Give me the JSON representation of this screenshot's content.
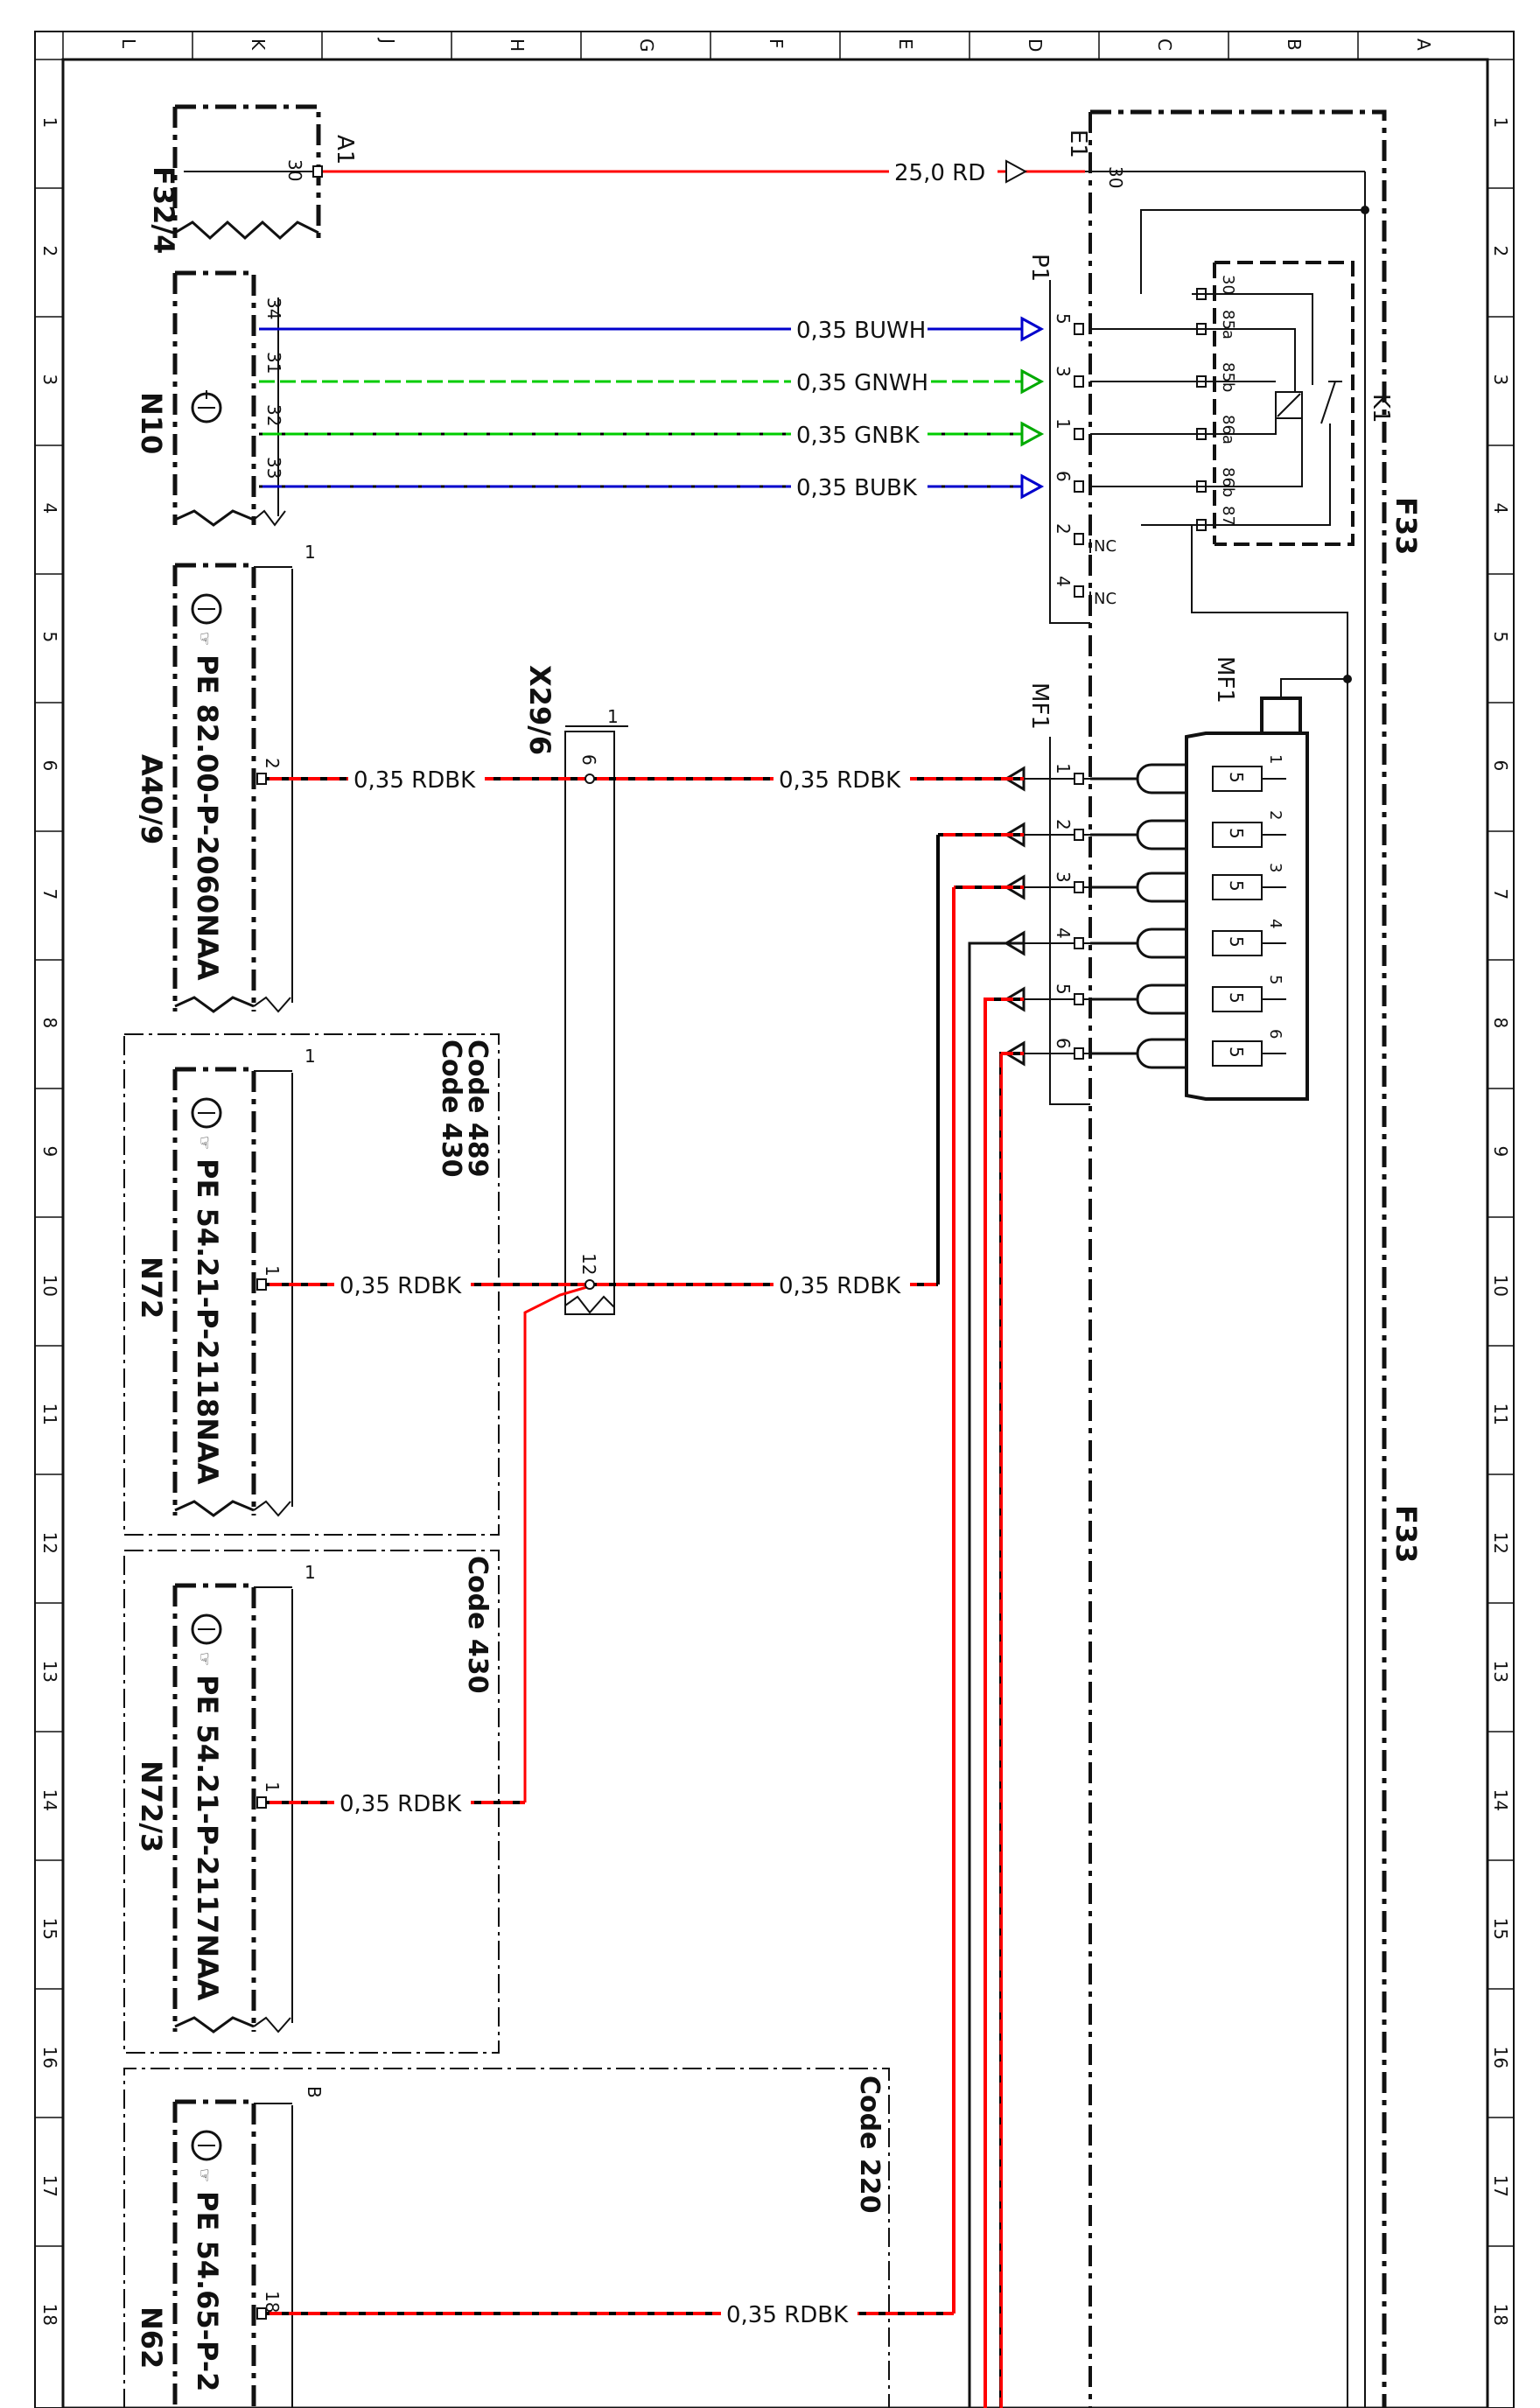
{
  "grid": {
    "columns": [
      "L",
      "K",
      "J",
      "H",
      "G",
      "F",
      "E",
      "D",
      "C",
      "B",
      "A"
    ],
    "rows": [
      "1",
      "2",
      "3",
      "4",
      "5",
      "6",
      "7",
      "8",
      "9",
      "10",
      "11",
      "12",
      "13",
      "14",
      "15",
      "16",
      "17",
      "18"
    ]
  },
  "components": {
    "f32_4": {
      "id": "F32/4",
      "pin": "30",
      "conn": "A1"
    },
    "n10": {
      "id": "N10",
      "pins": [
        "34",
        "31",
        "32",
        "33"
      ]
    },
    "a40_9": {
      "id": "A40/9",
      "doc": "PE 82.00-P-2060NAA",
      "pin": "2",
      "pin_top": "1"
    },
    "x29_6": {
      "id": "X29/6",
      "pin_top": "1",
      "pin_a": "6",
      "pin_b": "12"
    },
    "n72": {
      "id": "N72",
      "doc": "PE 54.21-P-2118NAA",
      "pin": "1",
      "pin_top": "1"
    },
    "n72_3": {
      "id": "N72/3",
      "doc": "PE 54.21-P-2117NAA",
      "pin": "1",
      "pin_top": "1"
    },
    "n62": {
      "id": "N62",
      "doc": "PE 54.65-P-2",
      "pin": "18",
      "pin_top": "B"
    },
    "f33": {
      "id": "F33",
      "e1": "E1",
      "e1_pin": "30",
      "p1": "P1",
      "mf1": "MF1",
      "k1": "K1"
    },
    "p1_pins": [
      "5",
      "3",
      "1",
      "6",
      "2",
      "4"
    ],
    "k1_pins": [
      "30",
      "85a",
      "85b",
      "86a",
      "86b",
      "87"
    ],
    "mf1_pins": [
      "1",
      "2",
      "3",
      "4",
      "5",
      "6"
    ],
    "fuse_numbers": [
      "1",
      "2",
      "3",
      "4",
      "5",
      "6"
    ],
    "fuse_value": "5",
    "nc": "NC"
  },
  "codes": {
    "n72": [
      "Code 489",
      "Code 430"
    ],
    "n72_3": "Code 430",
    "n62": "Code 220"
  },
  "wires": [
    {
      "label": "25,0 RD",
      "colors": [
        "#ff0000"
      ]
    },
    {
      "label": "0,35 BUWH",
      "colors": [
        "#0000cc",
        "#ffffff"
      ]
    },
    {
      "label": "0,35 GNWH",
      "colors": [
        "#00cc00",
        "#ffffff"
      ]
    },
    {
      "label": "0,35 GNBK",
      "colors": [
        "#00cc00",
        "#000000"
      ]
    },
    {
      "label": "0,35 BUBK",
      "colors": [
        "#0000cc",
        "#000000"
      ]
    },
    {
      "label": "0,35 RDBK",
      "colors": [
        "#ff0000",
        "#000000"
      ]
    },
    {
      "label": "0,35 RDBK",
      "colors": [
        "#ff0000",
        "#000000"
      ]
    },
    {
      "label": "0,35 RDBK",
      "colors": [
        "#ff0000",
        "#000000"
      ]
    },
    {
      "label": "0,35 RDBK",
      "colors": [
        "#ff0000",
        "#000000"
      ]
    },
    {
      "label": "0,35 RDBK",
      "colors": [
        "#ff0000",
        "#000000"
      ]
    },
    {
      "label": "0,35 RDBK",
      "colors": [
        "#ff0000",
        "#000000"
      ]
    }
  ]
}
